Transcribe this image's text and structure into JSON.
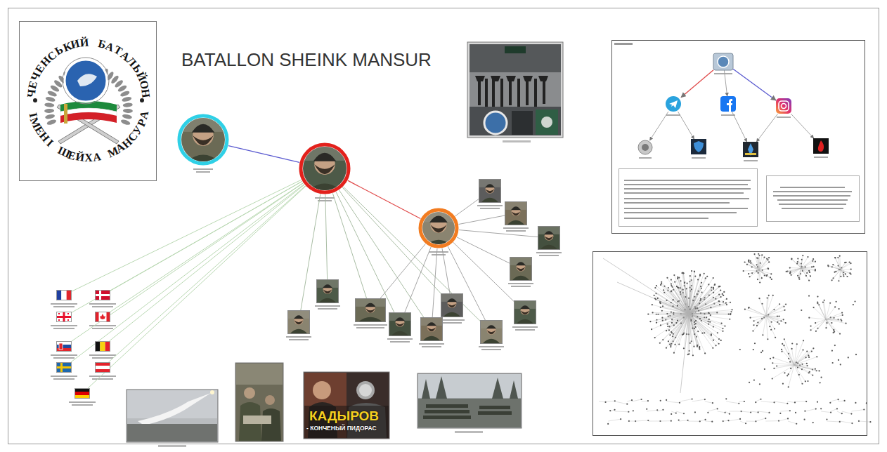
{
  "diagram": {
    "title": "BATALLON SHEINK MANSUR",
    "nodes": [
      {
        "text": [
          "ЧЕЧЕНСЬКИЙ БАТАЛЬЙОН",
          "ІМЕНІ ШЕЙХА МАНСУРА"
        ]
      },
      {
        "text": []
      },
      {
        "text": []
      },
      {
        "text": []
      },
      {
        "text": []
      },
      {
        "text": []
      },
      {
        "text": []
      },
      {
        "text": []
      },
      {
        "text": []
      },
      {
        "text": []
      },
      {
        "text": []
      },
      {
        "text": []
      },
      {
        "text": []
      },
      {
        "text": []
      },
      {
        "text": []
      },
      {
        "text": []
      },
      {
        "text": []
      },
      {
        "text": []
      },
      {
        "text": []
      },
      {
        "text": []
      },
      {
        "text": []
      },
      {
        "text": []
      },
      {
        "text": []
      },
      {
        "text": []
      },
      {
        "text": []
      },
      {
        "text": []
      },
      {
        "text": []
      },
      {
        "text": []
      },
      {
        "text": []
      },
      {
        "text": []
      },
      {
        "text": []
      },
      {
        "text": []
      },
      {
        "text": []
      }
    ],
    "edges": [
      {
        "from": 1,
        "to": 2,
        "arrow": "none"
      },
      {
        "from": 2,
        "to": 3,
        "arrow": "none"
      },
      {
        "from": 2,
        "to": 16,
        "arrow": "none"
      },
      {
        "from": 2,
        "to": 17,
        "arrow": "none"
      },
      {
        "from": 2,
        "to": 18,
        "arrow": "none"
      },
      {
        "from": 2,
        "to": 19,
        "arrow": "none"
      },
      {
        "from": 2,
        "to": 20,
        "arrow": "none"
      },
      {
        "from": 2,
        "to": 21,
        "arrow": "none"
      },
      {
        "from": 2,
        "to": 22,
        "arrow": "none"
      },
      {
        "from": 2,
        "to": 23,
        "arrow": "none"
      },
      {
        "from": 2,
        "to": 24,
        "arrow": "none"
      },
      {
        "from": 2,
        "to": 15,
        "arrow": "none"
      },
      {
        "from": 2,
        "to": 14,
        "arrow": "none"
      },
      {
        "from": 2,
        "to": 13,
        "arrow": "none"
      },
      {
        "from": 2,
        "to": 12,
        "arrow": "none"
      },
      {
        "from": 2,
        "to": 11,
        "arrow": "none"
      },
      {
        "from": 2,
        "to": 10,
        "arrow": "none"
      },
      {
        "from": 2,
        "to": 9,
        "arrow": "none"
      },
      {
        "from": 3,
        "to": 13,
        "arrow": "none"
      },
      {
        "from": 3,
        "to": 12,
        "arrow": "none"
      },
      {
        "from": 3,
        "to": 11,
        "arrow": "none"
      },
      {
        "from": 3,
        "to": 10,
        "arrow": "none"
      },
      {
        "from": 3,
        "to": 9,
        "arrow": "none"
      },
      {
        "from": 3,
        "to": 8,
        "arrow": "none"
      },
      {
        "from": 3,
        "to": 7,
        "arrow": "none"
      },
      {
        "from": 3,
        "to": 6,
        "arrow": "none"
      },
      {
        "from": 3,
        "to": 5,
        "arrow": "none"
      },
      {
        "from": 3,
        "to": 4,
        "arrow": "none"
      },
      {
        "from": 25,
        "to": 26,
        "arrow": "to"
      },
      {
        "from": 25,
        "to": 27,
        "arrow": "to"
      },
      {
        "from": 25,
        "to": 28,
        "arrow": "to"
      },
      {
        "from": 26,
        "to": 29,
        "arrow": "to"
      },
      {
        "from": 26,
        "to": 30,
        "arrow": "to"
      },
      {
        "from": 27,
        "to": 31,
        "arrow": "to"
      },
      {
        "from": 28,
        "to": 31,
        "arrow": "to"
      },
      {
        "from": 28,
        "to": 32,
        "arrow": "to"
      }
    ],
    "labels": [
      "КАДЫРОВ",
      "- КОНЧЕНЫЙ ПИДОРАС"
    ]
  }
}
